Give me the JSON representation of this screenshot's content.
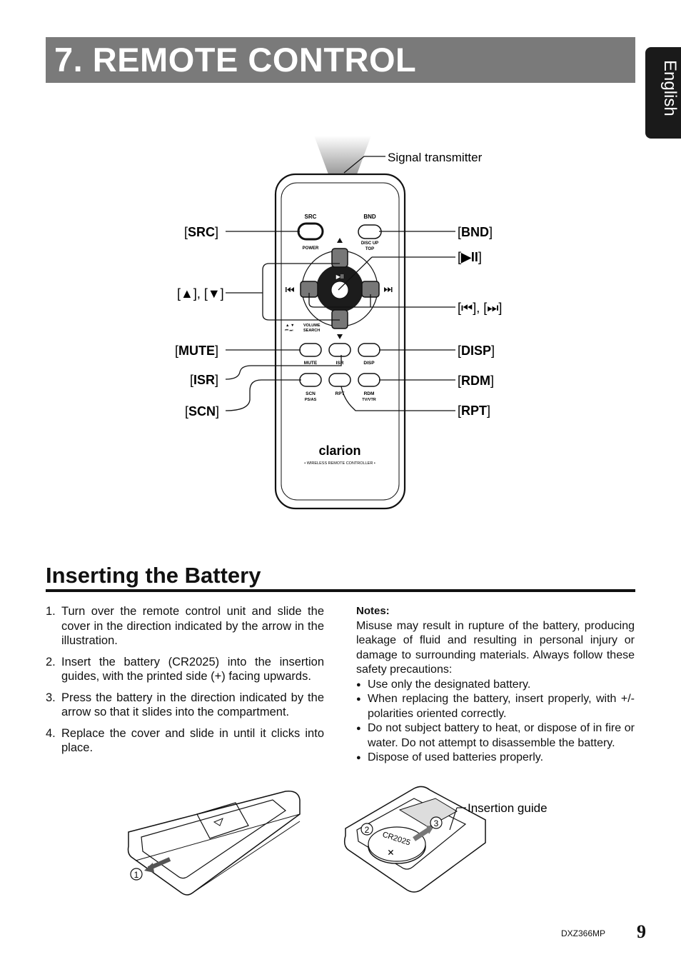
{
  "header": {
    "title": "7. REMOTE CONTROL",
    "language": "English"
  },
  "remote": {
    "signal_label": "Signal transmitter",
    "callouts": {
      "src": "SRC",
      "bnd": "BND",
      "play": "▶II",
      "up_down": "▲], [▼",
      "skip": "⏮], [⏭",
      "mute": "MUTE",
      "disp": "DISP",
      "isr": "ISR",
      "rdm": "RDM",
      "scn": "SCN",
      "rpt": "RPT"
    },
    "buttons": {
      "src": "SRC",
      "power": "POWER",
      "bnd": "BND",
      "disc_up": "DISC UP",
      "top": "TOP",
      "play": "▶II",
      "volume": "VOLUME",
      "search": "SEARCH",
      "mute": "MUTE",
      "isr": "ISR",
      "disp": "DISP",
      "scn": "SCN",
      "ps_as": "PS/AS",
      "rpt": "RPT",
      "rdm": "RDM",
      "tv_vtr": "TV/VTR"
    },
    "brand": "clarion",
    "brand_sub": "• WIRELESS REMOTE CONTROLLER •"
  },
  "battery": {
    "title": "Inserting the Battery",
    "steps": [
      {
        "num": "1.",
        "text": "Turn over the remote control unit and slide the cover in the direction indicated by the arrow in the illustration."
      },
      {
        "num": "2.",
        "text": "Insert the battery (CR2025) into the insertion guides, with the printed side (+) facing upwards."
      },
      {
        "num": "3.",
        "text": "Press the battery in the direction indicated by the arrow so that it slides into the compartment."
      },
      {
        "num": "4.",
        "text": "Replace the cover and slide in until it clicks into place."
      }
    ],
    "notes_title": "Notes:",
    "notes_body": "Misuse may result in rupture of the battery, producing leakage of fluid and resulting in personal injury or damage to surrounding materials. Always follow these safety precautions:",
    "notes_bullets": [
      "Use only the designated battery.",
      "When replacing the battery, insert properly, with +/- polarities oriented correctly.",
      "Do not subject battery to heat, or dispose of in fire or water. Do not attempt to disassemble the battery.",
      "Dispose of used batteries properly."
    ],
    "figure": {
      "insertion_guide": "Insertion guide",
      "step1": "1",
      "step2": "2",
      "step3": "3",
      "cell_label": "CR2025",
      "cell_polarity": "+"
    }
  },
  "footer": {
    "model": "DXZ366MP",
    "page": "9"
  }
}
